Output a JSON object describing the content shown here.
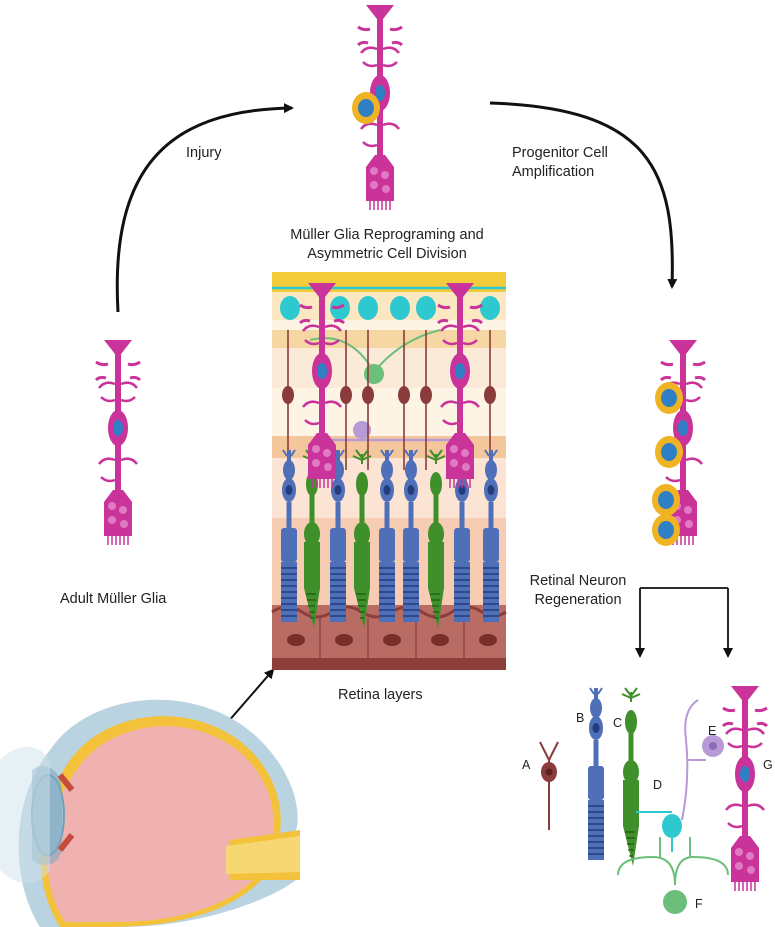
{
  "labels": {
    "injury": "Injury",
    "reprogram_line1": "Müller Glia Reprograming and",
    "reprogram_line2": "Asymmetric Cell Division",
    "progenitor_line1": "Progenitor Cell",
    "progenitor_line2": "Amplification",
    "adult": "Adult Müller Glia",
    "regen_line1": "Retinal Neuron",
    "regen_line2": "Regeneration",
    "retina_layers": "Retina layers"
  },
  "cell_tags": {
    "a": "A",
    "b": "B",
    "c": "C",
    "d": "D",
    "e": "E",
    "f": "F",
    "g": "G"
  },
  "colors": {
    "muller_glia": "#c9339a",
    "nucleus": "#2f7fc4",
    "progenitor": "#f0b323",
    "rod": "#4f6fb8",
    "cone": "#3f8f2a",
    "bipolar": "#8a3c3c",
    "ganglion": "#2ec9d0",
    "amacrine": "#6cbf7a",
    "horizontal": "#b79ad6",
    "rpe": "#8b3e3a",
    "eye_body": "#f0b1b1",
    "eye_sclera": "#b9d3e0"
  },
  "icons": [
    "arrow-curved-icon",
    "double-arrow-icon",
    "bracket-arrow-icon"
  ]
}
